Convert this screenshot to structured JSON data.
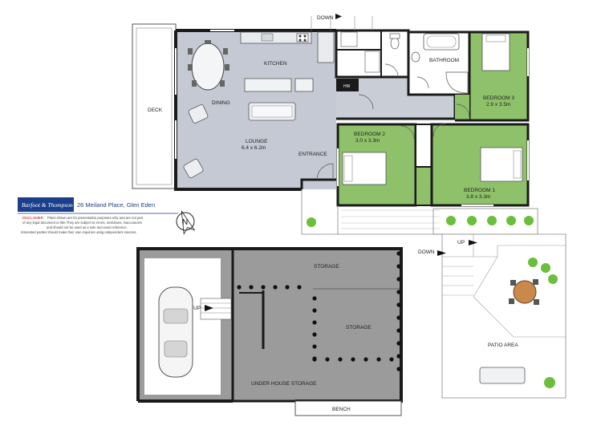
{
  "labels": {
    "deck": "DECK",
    "kitchen": "KITCHEN",
    "dining": "DINING",
    "lounge": "LOUNGE",
    "lounge_size": "6.4 x 6.2m",
    "entrance": "ENTRANCE",
    "down_top": "DOWN",
    "hw": "HW",
    "bathroom": "BATHROOM",
    "bedroom2": "BEDROOM 2",
    "bedroom2_size": "3.0 x 3.3m",
    "bedroom3": "BEDROOM 3",
    "bedroom3_size": "2.9 x 3.5m",
    "bedroom1": "BEDROOM 1",
    "bedroom1_size": "3.8 x 3.3m",
    "up_right": "UP",
    "down_right": "DOWN",
    "storage_top": "STORAGE",
    "storage_inner": "STORAGE",
    "up_garage": "UP",
    "under_house_storage": "UNDER HOUSE STORAGE",
    "bench": "BENCH",
    "patio_area": "PATIO AREA"
  },
  "brand": {
    "name": "Barfoot & Thompson",
    "address": "26 Meiland Place, Glen Eden",
    "color": "#1b3f8b"
  },
  "disclaimer": {
    "label": "DISCLAIMER:",
    "line1": "Plans shown are for presentation purposes only and are not part",
    "line2": "of any legal document or title.They are subject to errors, omissions, inaccuracies",
    "line3": "and should not be used as a sole and exact reference.",
    "line4": "Interested parties should make their own inquiries using independent sources."
  },
  "compass": {
    "letter": "N"
  },
  "colors": {
    "living_floor": "#c4c9d3",
    "hall_floor": "#c9cdd6",
    "bedroom_green": "#8ec16a",
    "storage_grey": "#9b9b9b",
    "wall": "#1a1a1a",
    "plant": "#6bbf3a"
  }
}
